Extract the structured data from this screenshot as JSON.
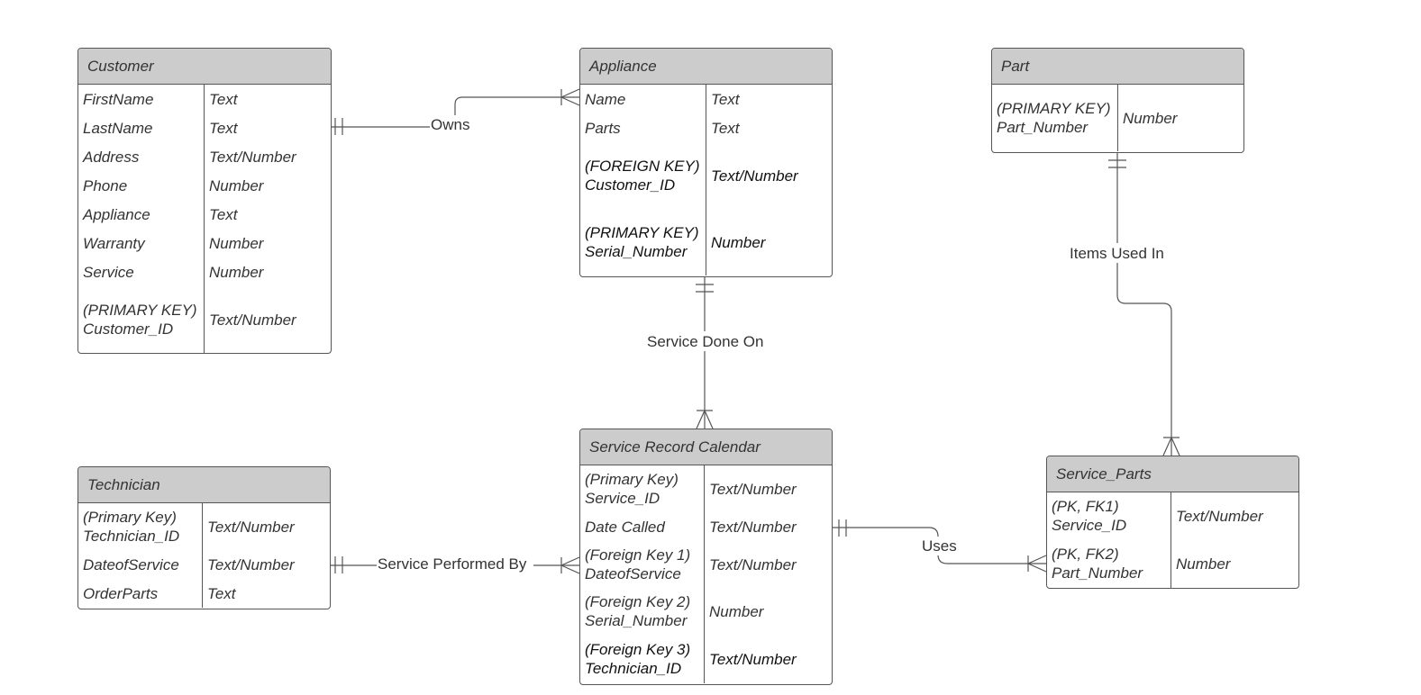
{
  "entities": {
    "customer": {
      "title": "Customer",
      "rows": [
        {
          "name": "FirstName",
          "type": "Text"
        },
        {
          "name": "LastName",
          "type": "Text"
        },
        {
          "name": "Address",
          "type": "Text/Number"
        },
        {
          "name": "Phone",
          "type": "Number"
        },
        {
          "name": "Appliance",
          "type": "Text"
        },
        {
          "name": "Warranty",
          "type": "Number"
        },
        {
          "name": "Service",
          "type": "Number"
        },
        {
          "name": "(PRIMARY KEY) Customer_ID",
          "type": "Text/Number"
        }
      ]
    },
    "appliance": {
      "title": "Appliance",
      "rows": [
        {
          "name": "Name",
          "type": "Text"
        },
        {
          "name": "Parts",
          "type": "Text"
        },
        {
          "name": "(FOREIGN KEY) Customer_ID",
          "type": "Text/Number"
        },
        {
          "name": "(PRIMARY KEY) Serial_Number",
          "type": "Number"
        }
      ]
    },
    "part": {
      "title": "Part",
      "rows": [
        {
          "name": "(PRIMARY KEY) Part_Number",
          "type": "Number"
        }
      ]
    },
    "technician": {
      "title": "Technician",
      "rows": [
        {
          "name": "(Primary Key) Technician_ID",
          "type": "Text/Number"
        },
        {
          "name": "DateofService",
          "type": "Text/Number"
        },
        {
          "name": "OrderParts",
          "type": "Text"
        }
      ]
    },
    "service_record_calendar": {
      "title": "Service Record Calendar",
      "rows": [
        {
          "name": "(Primary Key) Service_ID",
          "type": "Text/Number"
        },
        {
          "name": "Date Called",
          "type": "Text/Number"
        },
        {
          "name": "(Foreign Key 1) DateofService",
          "type": "Text/Number"
        },
        {
          "name": "(Foreign Key 2) Serial_Number",
          "type": "Number"
        },
        {
          "name": "(Foreign Key 3) Technician_ID",
          "type": "Text/Number"
        }
      ]
    },
    "service_parts": {
      "title": "Service_Parts",
      "rows": [
        {
          "name": "(PK, FK1) Service_ID",
          "type": "Text/Number"
        },
        {
          "name": "(PK, FK2) Part_Number",
          "type": "Number"
        }
      ]
    }
  },
  "relationships": {
    "owns": "Owns",
    "service_done_on": "Service Done On",
    "items_used_in": "Items Used In",
    "service_performed_by": "Service Performed By",
    "uses": "Uses"
  }
}
